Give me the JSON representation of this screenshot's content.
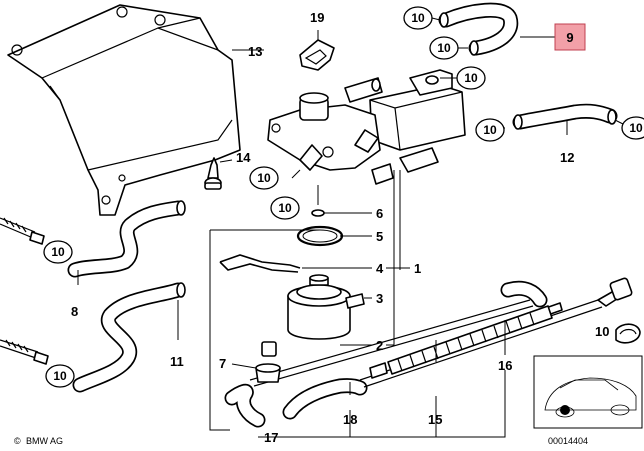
{
  "callouts": {
    "c1": "1",
    "c2": "2",
    "c3": "3",
    "c4": "4",
    "c5": "5",
    "c6": "6",
    "c7": "7",
    "c8": "8",
    "c9": "9",
    "c10": "10",
    "c11": "11",
    "c12": "12",
    "c13": "13",
    "c14": "14",
    "c15": "15",
    "c16": "16",
    "c17": "17",
    "c18": "18",
    "c19": "19"
  },
  "circle_label": "10",
  "highlight_color": "#f2a0a8",
  "footer": {
    "brand": "BMW AG",
    "copyright_symbol": "©",
    "diagram_number": "00014404"
  },
  "inset": {
    "label": "10"
  },
  "icons": [
    "bracket-icon",
    "valve-assembly-icon",
    "fuel-filter-icon",
    "hose-icon",
    "clamp-icon",
    "screw-icon",
    "car-location-icon"
  ]
}
